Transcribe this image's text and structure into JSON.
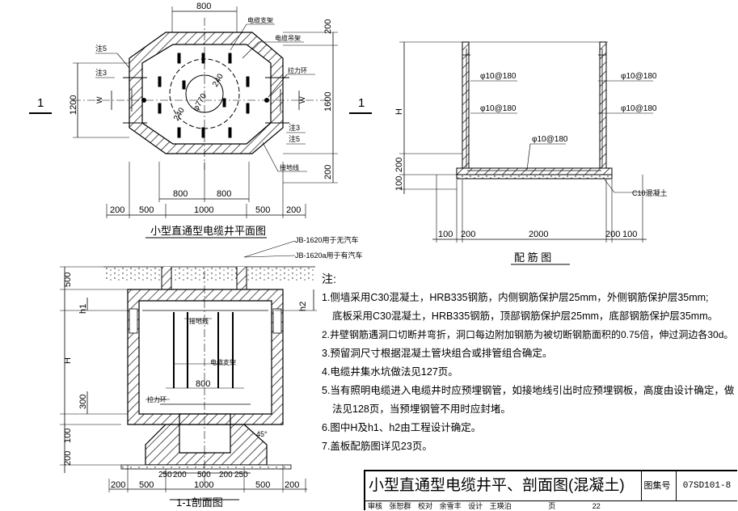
{
  "plan": {
    "caption": "小型直通型电缆井平面图",
    "labels": {
      "cable_bracket": "电缆支架",
      "cable_hanger": "电缆吊架",
      "pull_ring": "拉力环",
      "ground_wire": "接地线",
      "note5_top": "注5",
      "note3_top": "注3",
      "note3_bottom": "注3",
      "note5_bottom": "注5",
      "w_left": "W",
      "w_right": "W",
      "dim_240_a": "240",
      "dim_240_b": "240",
      "dim_770": "φ770"
    },
    "dims": {
      "top": "800",
      "left_height": "1200",
      "right_top": "200",
      "right_mid": "1600",
      "right_bottom": "200",
      "inner_a": "800",
      "inner_b": "800",
      "bottom": [
        "200",
        "500",
        "1000",
        "500",
        "200"
      ]
    },
    "section_marks": [
      "1",
      "1"
    ]
  },
  "rebar": {
    "caption": "配 筋 图",
    "bars": [
      "φ10@180",
      "φ10@180",
      "φ10@180",
      "φ10@180",
      "φ10@180"
    ],
    "concrete": "C10混凝土",
    "dims": {
      "h": "H",
      "v200": "200",
      "v100": "100",
      "bottom": [
        "100",
        "200",
        "2000",
        "200",
        "100"
      ]
    }
  },
  "section": {
    "caption": "1-1剖面图",
    "cover_label_a": "JB-1620用于无汽车",
    "cover_label_b": "JB-1620a用于有汽车",
    "labels": {
      "ground_wire": "接地线",
      "cable_bracket": "电缆支架",
      "pull_ring": "拉力环",
      "angle": "45°",
      "inner": "800"
    },
    "dims": {
      "left": [
        "500",
        "h1",
        "H",
        "300",
        "100",
        "200"
      ],
      "right_h2": "h2",
      "bottom_upper": [
        "250",
        "200",
        "500",
        "200",
        "250"
      ],
      "bottom": [
        "200",
        "500",
        "1000",
        "500",
        "200"
      ]
    }
  },
  "notes": {
    "heading": "注:",
    "lines": [
      "1.侧墙采用C30混凝土，HRB335钢筋，内侧钢筋保护层25mm，外侧钢筋保护层35mm;",
      "底板采用C30混凝土，HRB335钢筋，顶部钢筋保护层25mm，底部钢筋保护层35mm。",
      "2.井壁钢筋遇洞口切断并弯折，洞口每边附加钢筋为被切断钢筋面积的0.75倍，伸过洞边各30d。",
      "3.预留洞尺寸根据混凝土管块组合或排管组合确定。",
      "4.电缆井集水坑做法见127页。",
      "5.当有照明电缆进入电缆井时应预埋钢管，如接地线引出时应预埋钢板，高度由设计确定，做",
      "法见128页，当预埋钢管不用时应封堵。",
      "6.图中H及h1、h2由工程设计确定。",
      "7.盖板配筋图详见23页。"
    ]
  },
  "titleblock": {
    "title": "小型直通型电缆井平、剖面图(混凝土)",
    "atlas_label": "图集号",
    "atlas_no": "07SD101-8",
    "review": "审核",
    "reviewer": "张恕群",
    "check": "校对",
    "checker": "余雪丰",
    "design": "设计",
    "designer": "王瑛泊",
    "page_label": "页",
    "page_no": "22"
  }
}
